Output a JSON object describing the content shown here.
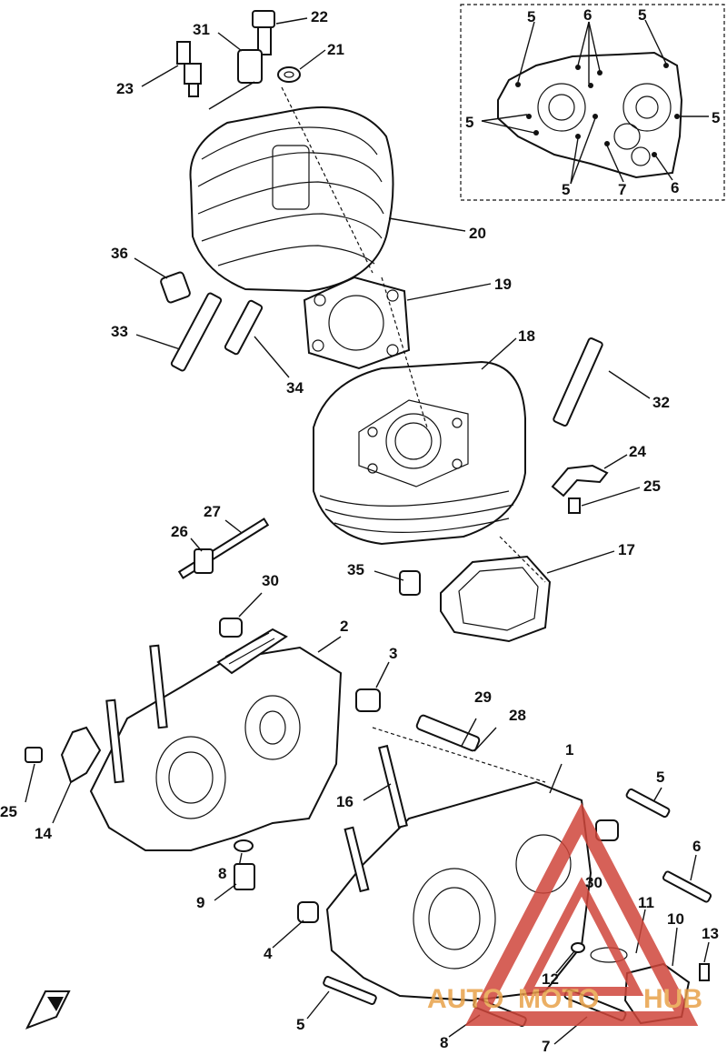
{
  "callouts": {
    "c5a": "5",
    "c6a": "6",
    "c5b": "5",
    "c5c": "5",
    "c5d": "5",
    "c5e": "5",
    "c7a": "7",
    "c6b": "6",
    "c22": "22",
    "c31": "31",
    "c21": "21",
    "c23": "23",
    "c20": "20",
    "c36": "36",
    "c19": "19",
    "c33": "33",
    "c34": "34",
    "c18": "18",
    "c32": "32",
    "c24": "24",
    "c25a": "25",
    "c27": "27",
    "c26": "26",
    "c17": "17",
    "c35": "35",
    "c30a": "30",
    "c2": "2",
    "c3": "3",
    "c29": "29",
    "c28": "28",
    "c1": "1",
    "c16": "16",
    "c5f": "5",
    "c25b": "25",
    "c14": "14",
    "c8a": "8",
    "c9": "9",
    "c6c": "6",
    "c30b": "30",
    "c11": "11",
    "c10": "10",
    "c13": "13",
    "c4": "4",
    "c12": "12",
    "c5g": "5",
    "c8b": "8",
    "c7b": "7"
  },
  "watermark": {
    "text_a": "AUTO",
    "text_b": "MOTO",
    "text_c": "HUB"
  },
  "colors": {
    "line": "#111111",
    "watermark_red": "#d0463b",
    "watermark_orange": "#e8a24a"
  }
}
